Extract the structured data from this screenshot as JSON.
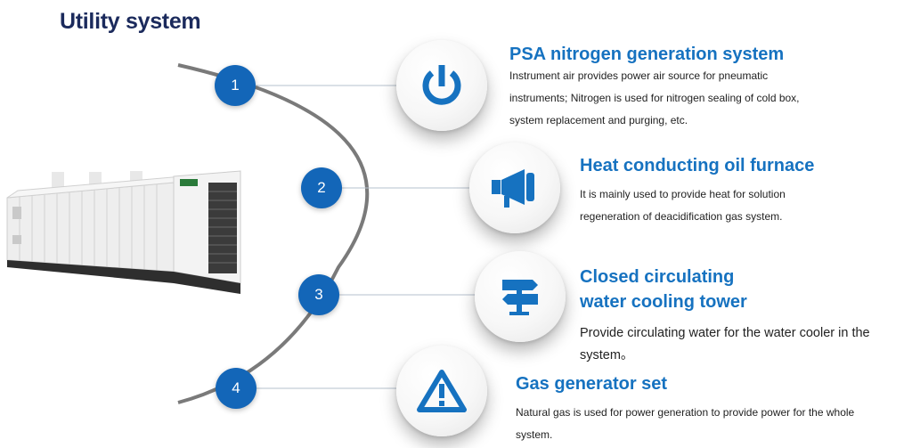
{
  "page": {
    "title": "Utility system"
  },
  "colors": {
    "title": "#1b2a5c",
    "accent": "#1672c0",
    "number_badge": "#1366b8",
    "arc": "#7a7a7a"
  },
  "items": [
    {
      "number": "1",
      "icon": "power-icon",
      "title": "PSA nitrogen generation system",
      "description": "Instrument air provides power air source for pneumatic instruments; Nitrogen is used for nitrogen sealing of cold box, system replacement and purging, etc."
    },
    {
      "number": "2",
      "icon": "megaphone-icon",
      "title": "Heat conducting oil furnace",
      "description": "It is mainly used to provide heat for solution regeneration of deacidification gas system."
    },
    {
      "number": "3",
      "title_line1": "Closed circulating",
      "title_line2": "water cooling tower",
      "icon": "signpost-icon",
      "description": "Provide circulating water for the water cooler in the system。"
    },
    {
      "number": "4",
      "icon": "warning-icon",
      "title": "Gas generator set",
      "description": "Natural gas is used for power generation to provide power for the whole system."
    }
  ]
}
